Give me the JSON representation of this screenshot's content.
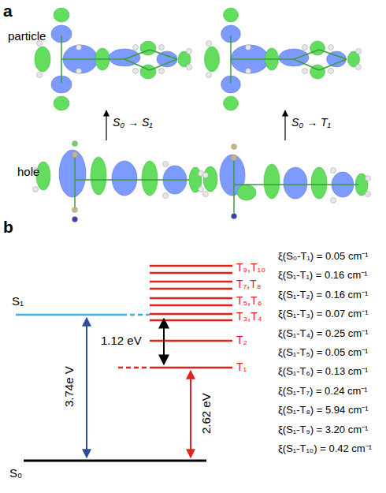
{
  "diagram": {
    "labels": [
      "a",
      "particle",
      "S₀ → S₁",
      "S₀ → T₁",
      "hole",
      "b",
      "S₁",
      "1.12 eV",
      "3.74e V",
      "2.62 eV",
      "S₀",
      "T₉,T₁₀",
      "T₇,T₈",
      "T₅,T₆",
      "T₃,T₄",
      "T₂",
      "T₁",
      "ξ(S₀-T₁) = 0.05 cm⁻¹",
      "ξ(S₁-T₁) = 0.16 cm⁻¹",
      "ξ(S₁-T₂) = 0.16 cm⁻¹",
      "ξ(S₁-T₃) = 0.07 cm⁻¹",
      "ξ(S₁-T₄) = 0.25 cm⁻¹",
      "ξ(S₁-T₅) = 0.05 cm⁻¹",
      "ξ(S₁-T₆) = 0.13 cm⁻¹",
      "ξ(S₁-T₇) = 0.24 cm⁻¹",
      "ξ(S₁-T₈) = 5.94 cm⁻¹",
      "ξ(S₁-T₉) = 3.20 cm⁻¹",
      "ξ(S₁-T₁₀) = 0.42 cm⁻¹"
    ]
  }
}
